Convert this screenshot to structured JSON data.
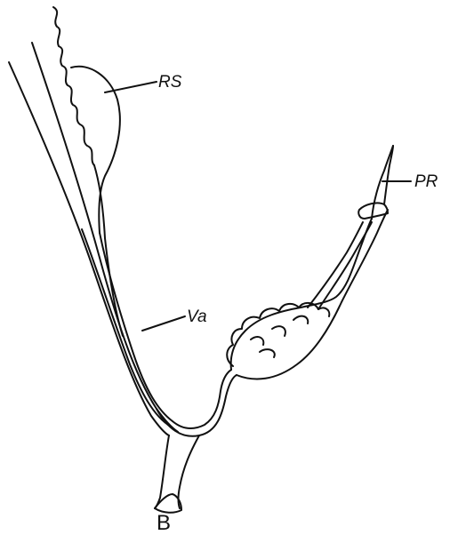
{
  "figure": {
    "panel_letter": "B",
    "labels": {
      "rs": "RS",
      "pr": "PR",
      "va": "Va"
    }
  }
}
